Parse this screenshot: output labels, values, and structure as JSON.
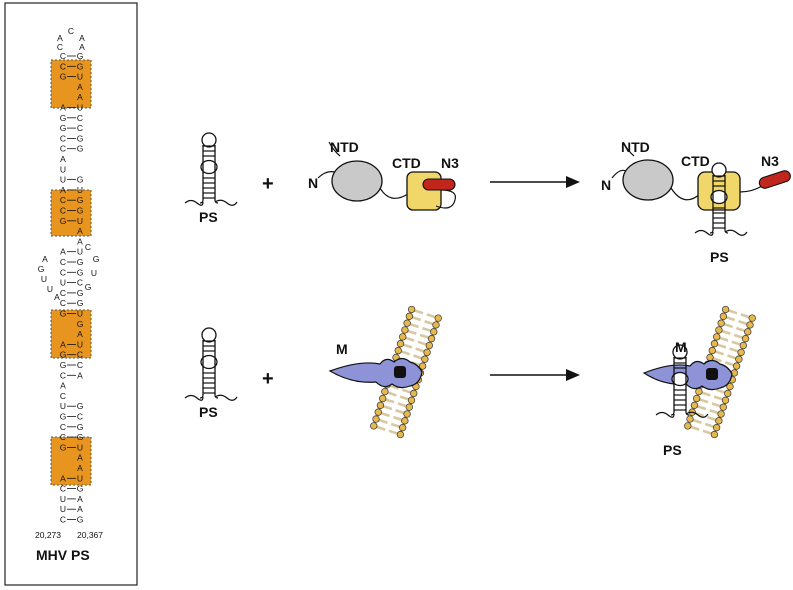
{
  "rna_panel": {
    "title": "MHV PS",
    "coord_left": "20,273",
    "coord_right": "20,367",
    "loop_top": [
      "A",
      "C",
      "A",
      "C",
      "A"
    ],
    "stem_rows": [
      [
        "C",
        "G"
      ],
      [
        "C",
        "G"
      ],
      [
        "G",
        "U"
      ],
      [
        "",
        "A"
      ],
      [
        "",
        "A"
      ],
      [
        "A",
        "U"
      ],
      [
        "G",
        "C"
      ],
      [
        "G",
        "C"
      ],
      [
        "C",
        "G"
      ],
      [
        "C",
        "G"
      ],
      [
        "A",
        ""
      ],
      [
        "U",
        ""
      ],
      [
        "U",
        "G"
      ],
      [
        "A",
        "U"
      ],
      [
        "C",
        "G"
      ],
      [
        "C",
        "G"
      ],
      [
        "G",
        "U"
      ],
      [
        "",
        "A"
      ],
      [
        "",
        "A"
      ],
      [
        "A",
        "U"
      ],
      [
        "C",
        "G"
      ],
      [
        "C",
        "G"
      ],
      [
        "U",
        "C"
      ],
      [
        "C",
        "G"
      ],
      [
        "C",
        "G"
      ],
      [
        "G",
        "U"
      ],
      [
        "",
        "G"
      ],
      [
        "",
        "A"
      ],
      [
        "A",
        "U"
      ],
      [
        "G",
        "C"
      ],
      [
        "G",
        "C"
      ],
      [
        "C",
        "A"
      ],
      [
        "A",
        ""
      ],
      [
        "C",
        ""
      ],
      [
        "U",
        "G"
      ],
      [
        "G",
        "C"
      ],
      [
        "C",
        "G"
      ],
      [
        "C",
        "G"
      ],
      [
        "G",
        "U"
      ],
      [
        "",
        "A"
      ],
      [
        "",
        "A"
      ],
      [
        "A",
        "U"
      ],
      [
        "C",
        "G"
      ],
      [
        "U",
        "A"
      ],
      [
        "U",
        "A"
      ],
      [
        "C",
        "G"
      ]
    ],
    "internal_loop_left": [
      "A",
      "G",
      "U",
      "U",
      "A"
    ],
    "internal_loop_right": [
      "C",
      "G",
      "U",
      "G"
    ],
    "box_color": "#e8951f"
  },
  "labels": {
    "ps": "PS",
    "plus": "+",
    "n_term": "N",
    "ntd": "NTD",
    "ctd": "CTD",
    "n3": "N3",
    "m_protein": "M"
  },
  "colors": {
    "ntd_fill": "#c9c9c9",
    "ctd_fill": "#f1d76a",
    "n3_fill": "#c0261c",
    "m_fill": "#8d93d6",
    "lipid_head": "#e7b84d",
    "lipid_tail": "#d8c8a0"
  }
}
